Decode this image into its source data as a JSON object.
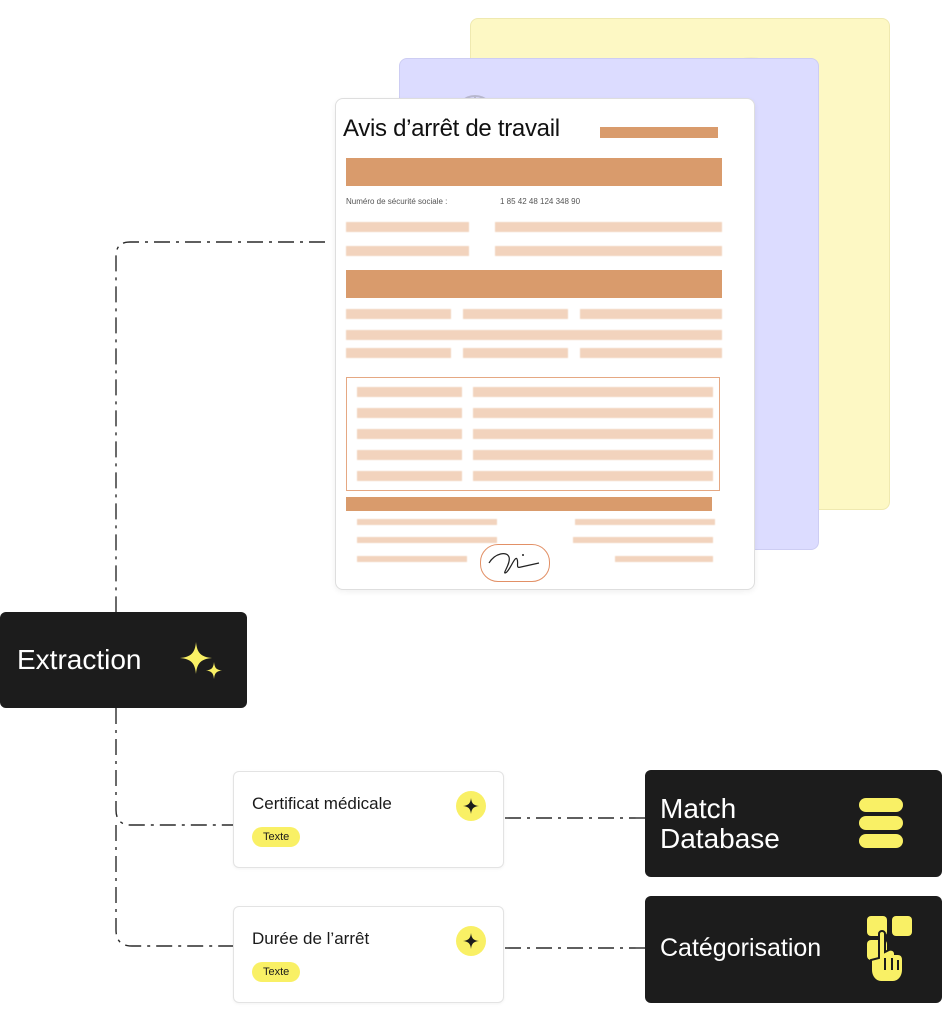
{
  "document": {
    "title": "Avis d’arrêt de travail",
    "ssn_label": "Numéro de sécurité sociale :",
    "ssn_value": "1 85 42 48 124 348 90"
  },
  "extraction": {
    "label": "Extraction",
    "icon": "sparkles-icon"
  },
  "fields": [
    {
      "title": "Certificat médicale",
      "tag": "Texte",
      "icon": "sparkle-icon"
    },
    {
      "title": "Durée de l’arrêt",
      "tag": "Texte",
      "icon": "sparkle-icon"
    }
  ],
  "actions": {
    "match": {
      "line1": "Match",
      "line2": "Database",
      "icon": "database-icon"
    },
    "categorisation": {
      "label": "Catégorisation",
      "icon": "hand-tap-icon"
    }
  },
  "colors": {
    "accent_yellow": "#f9f065",
    "dark_node": "#1c1c1c",
    "doc_orange": "#d99b6c",
    "doc_light": "#f2d3bd",
    "sheet_yellow": "#fdf8c4",
    "sheet_purple": "#dcdcff"
  }
}
